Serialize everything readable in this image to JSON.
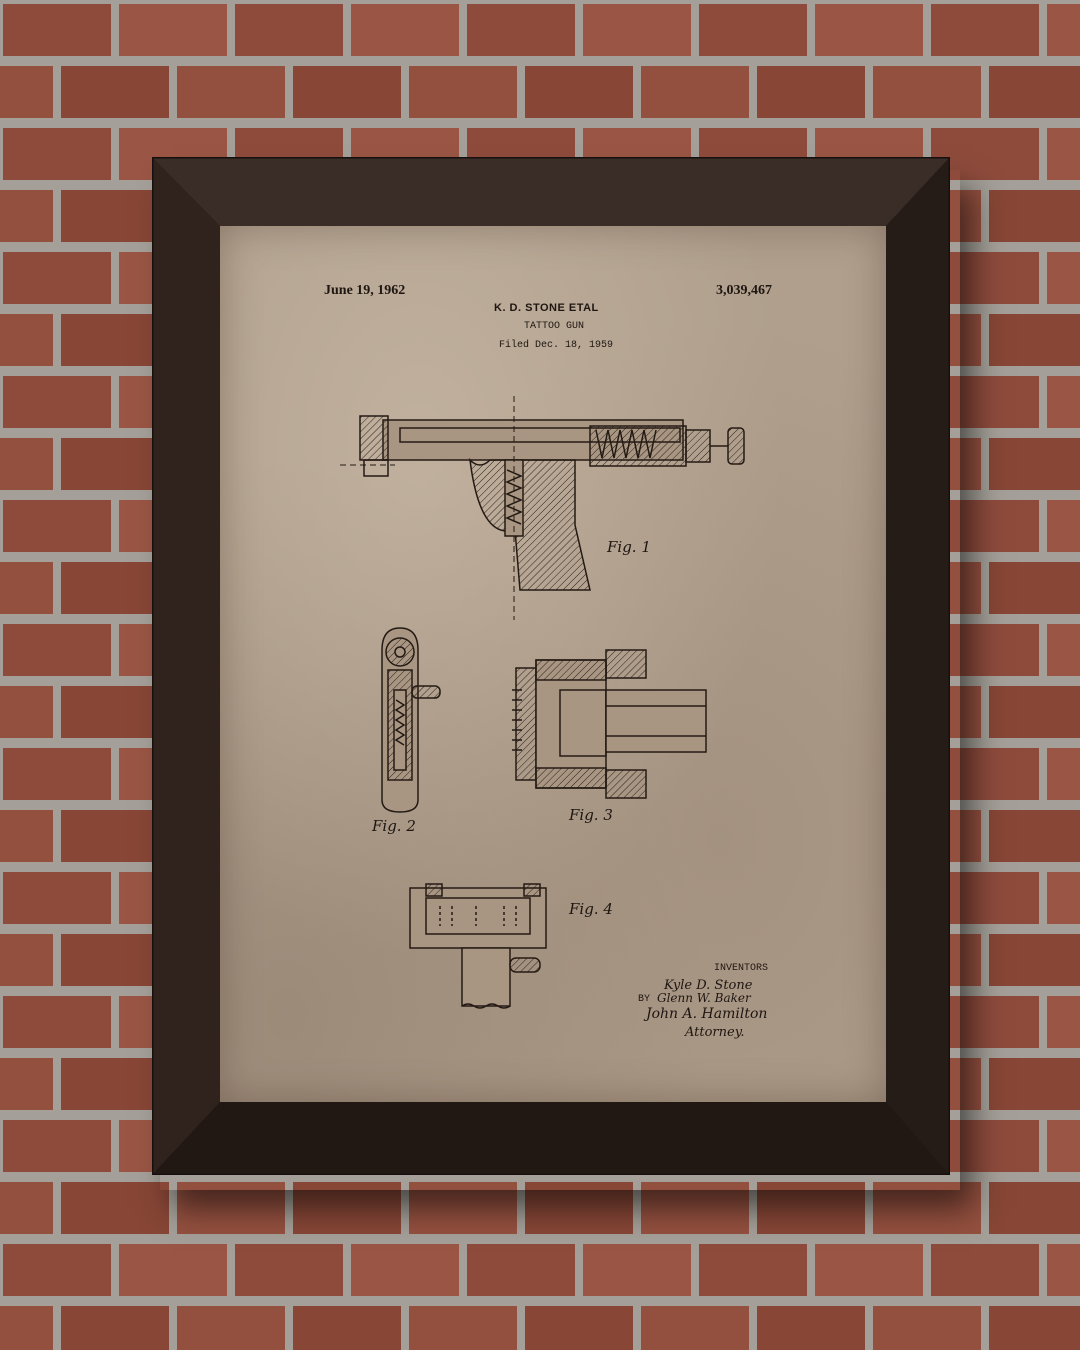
{
  "patent": {
    "date": "June 19, 1962",
    "number": "3,039,467",
    "inventor_header": "K. D. STONE ETAL",
    "title": "TATTOO GUN",
    "filed": "Filed Dec. 18, 1959"
  },
  "figures": {
    "fig1": "Fig. 1",
    "fig2": "Fig. 2",
    "fig3": "Fig. 3",
    "fig4": "Fig. 4"
  },
  "signatures": {
    "inventors_label": "INVENTORS",
    "inventor1": "Kyle D. Stone",
    "by": "BY",
    "inventor2": "Glenn W. Baker",
    "attorney_name": "John A. Hamilton",
    "attorney_label": "Attorney."
  },
  "colors": {
    "brick": "#8c4a3a",
    "mortar": "#a8a39c",
    "frame": "#2b201c",
    "paper": "#b09f8d",
    "ink": "#1e1611"
  }
}
